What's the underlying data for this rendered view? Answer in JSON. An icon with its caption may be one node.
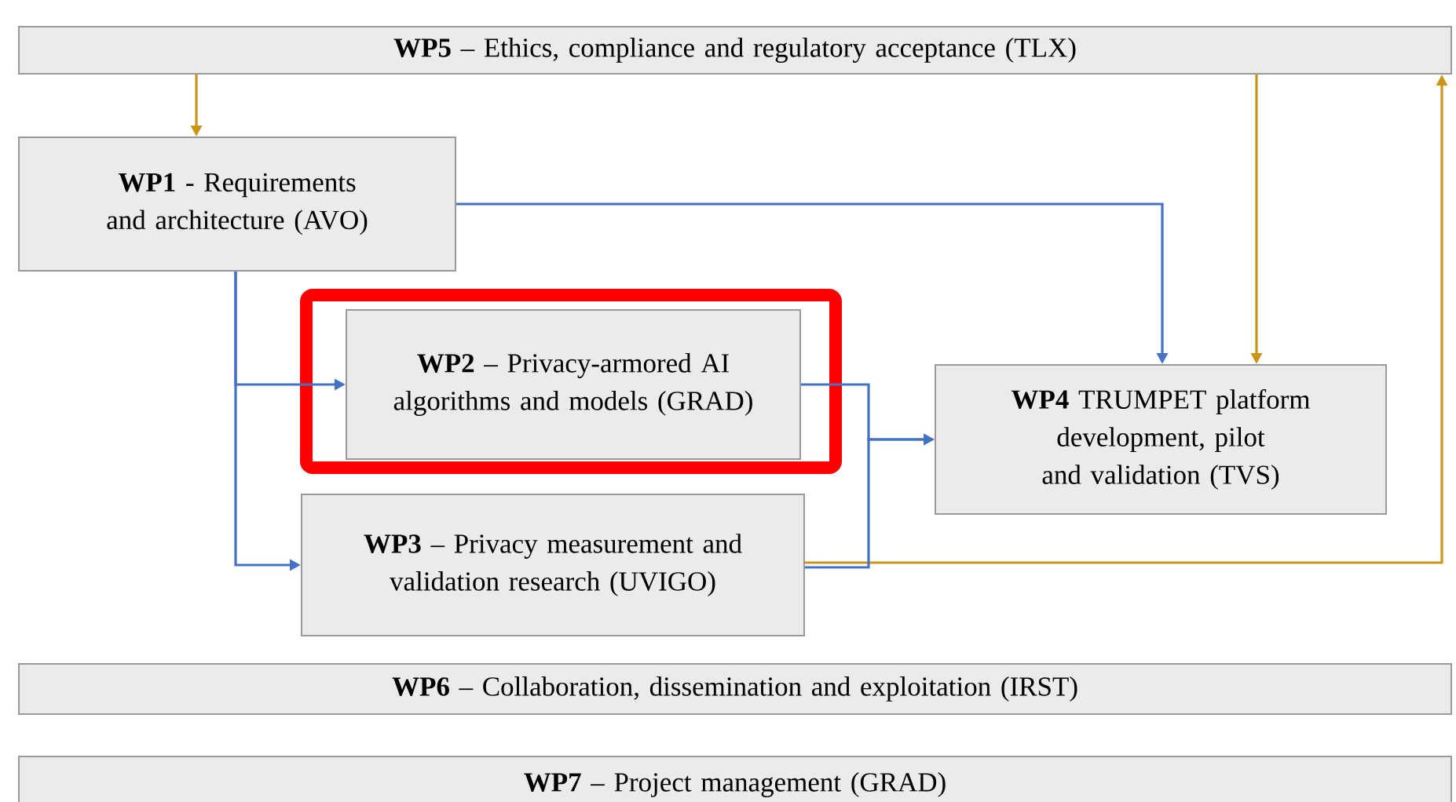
{
  "diagram": {
    "nodes": [
      {
        "text": [
          "**WP5** – Ethics, compliance and regulatory acceptance (TLX)"
        ]
      },
      {
        "text": [
          "**WP1** - Requirements and architecture (AVO)"
        ]
      },
      {
        "text": [],
        "shape": "box"
      },
      {
        "text": [
          "**WP2** – Privacy-armored AI algorithms and models (GRAD)"
        ],
        "in": 2
      },
      {
        "text": [
          "**WP3** – Privacy measurement and validation research (UVIGO)"
        ]
      },
      {
        "text": [
          "**WP4** TRUMPET platform development, pilot and validation (TVS)"
        ]
      },
      {
        "text": [
          "**WP6** – Collaboration, dissemination and exploitation (IRST)"
        ]
      },
      {
        "text": [
          "**WP7** – Project management (GRAD)"
        ]
      }
    ],
    "edges": [
      {
        "from": 0,
        "to": 1,
        "arrow": "to",
        "color": "#c9961a"
      },
      {
        "from": 0,
        "to": 5,
        "arrow": "to",
        "color": "#c9961a"
      },
      {
        "from": 4,
        "to": 0,
        "arrow": "to",
        "color": "#c9961a"
      },
      {
        "from": 1,
        "to": 5,
        "arrow": "to"
      },
      {
        "from": 1,
        "to": 3,
        "arrow": "to"
      },
      {
        "from": 1,
        "to": 4,
        "arrow": "to"
      },
      {
        "from": 3,
        "to": 5,
        "arrow": "to"
      },
      {
        "from": 4,
        "to": 5,
        "arrow": "to"
      }
    ]
  }
}
